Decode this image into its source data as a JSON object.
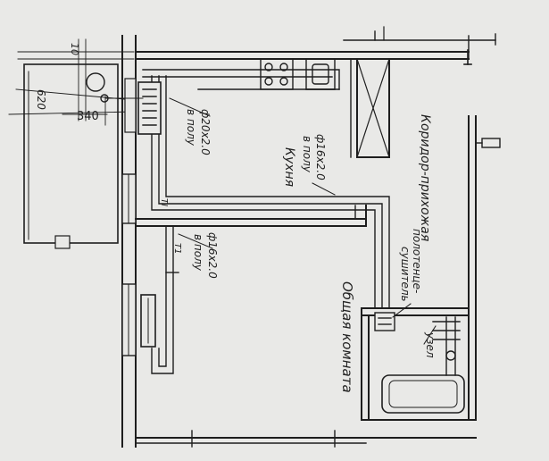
{
  "dimensions": {
    "d620": "620",
    "d340": "340",
    "d10": "10"
  },
  "rooms": {
    "kitchen": "Кухня",
    "corridor": "Коридор-прихожая",
    "living_room": "Общая комната"
  },
  "pipes": {
    "p1_size": "ф20х2.0",
    "p1_note": "в полу",
    "p2_size": "ф16х2.0",
    "p2_note": "в полу",
    "p3_size": "ф16х2.0",
    "p3_note": "в полу",
    "ti_label": "ТI",
    "t1_label": "Т1"
  },
  "fixtures": {
    "towel_line1": "полотенце-",
    "towel_line2": "сушитель",
    "node": "узел"
  },
  "colors": {
    "paper": "#e9e9e7",
    "ink": "#1e1e1e"
  }
}
